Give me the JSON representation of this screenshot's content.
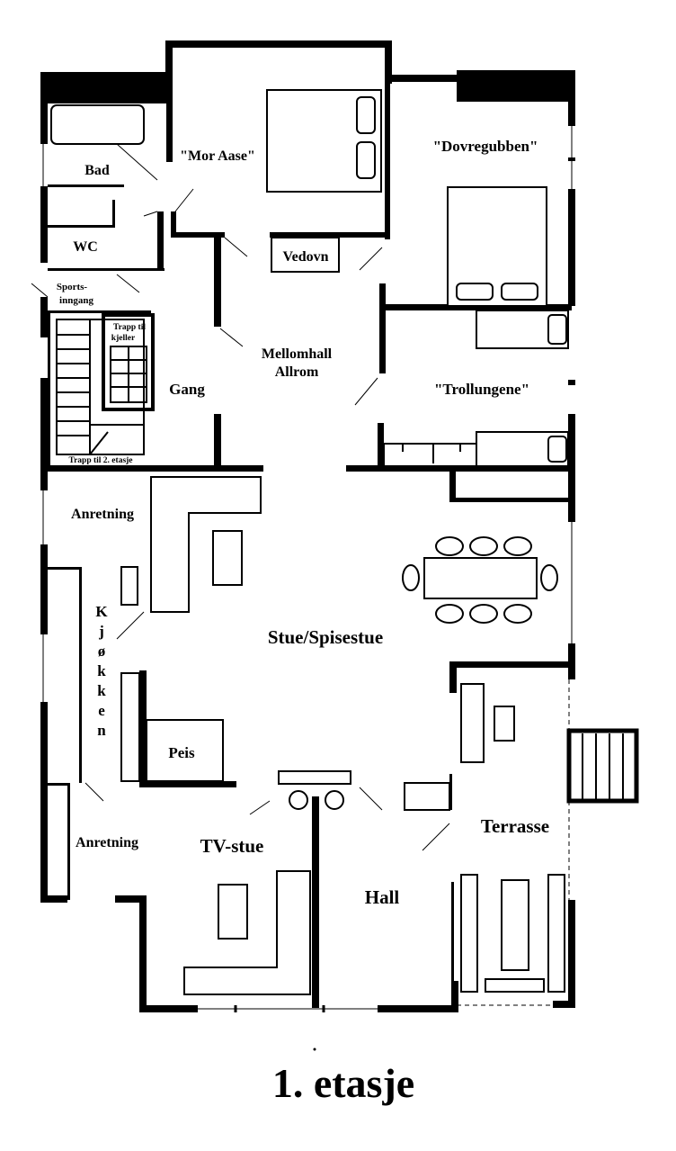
{
  "plan": {
    "title": "1. etasje",
    "rooms": {
      "bad": "Bad",
      "wc": "WC",
      "sportsinngang_1": "Sports-",
      "sportsinngang_2": "inngang",
      "mor_aase": "\"Mor Aase\"",
      "vedovn": "Vedovn",
      "dovregubben": "\"Dovregubben\"",
      "trapp_kjeller_1": "Trapp til",
      "trapp_kjeller_2": "kjeller",
      "mellomhall_1": "Mellomhall",
      "mellomhall_2": "Allrom",
      "gang": "Gang",
      "trollungene": "\"Trollungene\"",
      "trapp_2_etasje": "Trapp til 2. etasje",
      "anretning_top": "Anretning",
      "kjokken": [
        "K",
        "j",
        "ø",
        "k",
        "k",
        "e",
        "n"
      ],
      "stue": "Stue/Spisestue",
      "peis": "Peis",
      "tv_stue": "TV-stue",
      "hall": "Hall",
      "terrasse": "Terrasse",
      "anretning_bottom": "Anretning"
    }
  }
}
